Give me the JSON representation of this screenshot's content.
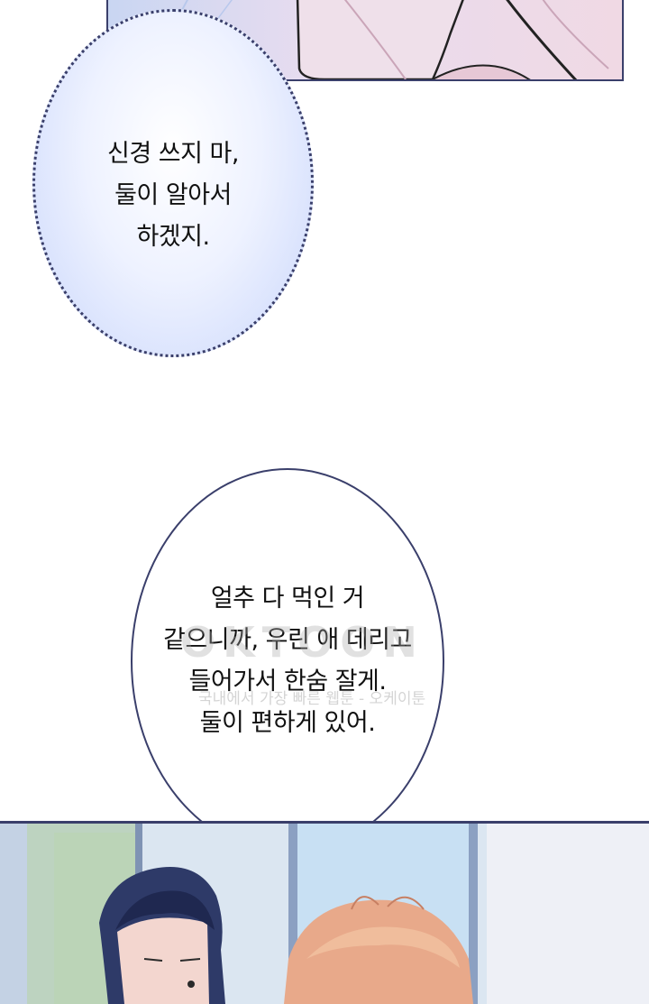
{
  "thought_bubble": {
    "lines": [
      "신경 쓰지 마,",
      "둘이 알아서",
      "하겠지."
    ]
  },
  "speech_bubble": {
    "lines": [
      "얼추 다 먹인 거",
      "같으니까, 우린 애 데리고",
      "들어가서 한숨 잘게.",
      "둘이 편하게 있어."
    ]
  },
  "watermark": {
    "logo": "OKTOON",
    "caption": "국내에서 가장 빠른 웹툰 - 오케이툰"
  }
}
